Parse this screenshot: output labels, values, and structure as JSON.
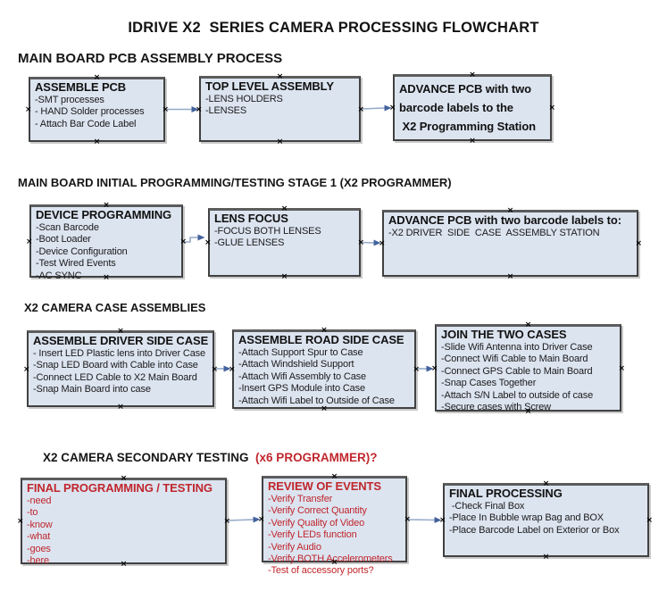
{
  "title": "IDRIVE X2  SERIES CAMERA PROCESSING FLOWCHART",
  "icons": {
    "connection_point": "×"
  },
  "colors": {
    "box_fill": "#dce4f0",
    "box_border": "#414141",
    "arrow_line": "#93a9c7",
    "arrow_head": "#44639c",
    "red_text": "#c0262c",
    "black_text": "#121212"
  },
  "sections": [
    {
      "heading": "MAIN BOARD PCB ASSEMBLY PROCESS",
      "boxes": [
        {
          "title": "ASSEMBLE PCB",
          "items": [
            "-SMT processes",
            "- HAND Solder processes",
            "- Attach Bar Code Label"
          ]
        },
        {
          "title": "TOP LEVEL ASSEMBLY",
          "items": [
            "-LENS HOLDERS",
            "-LENSES"
          ]
        },
        {
          "title_lines": [
            "ADVANCE PCB with two",
            "barcode labels to the",
            " X2 Programming Station"
          ]
        }
      ]
    },
    {
      "heading": "MAIN BOARD INITIAL PROGRAMMING/TESTING STAGE 1 (X2 PROGRAMMER)",
      "boxes": [
        {
          "title": "DEVICE PROGRAMMING",
          "items": [
            "-Scan Barcode",
            "-Boot Loader",
            "-Device Configuration",
            "-Test Wired Events",
            "-AC SYNC"
          ]
        },
        {
          "title": "LENS FOCUS",
          "items": [
            "-FOCUS BOTH LENSES",
            "-GLUE LENSES"
          ]
        },
        {
          "title": "ADVANCE PCB with two barcode labels to:",
          "items": [
            "-X2 DRIVER  SIDE  CASE  ASSEMBLY STATION"
          ]
        }
      ]
    },
    {
      "heading": "X2 CAMERA CASE ASSEMBLIES",
      "boxes": [
        {
          "title": "ASSEMBLE DRIVER SIDE CASE",
          "items": [
            "- Insert LED Plastic lens into Driver Case",
            "-Snap LED Board with Cable into Case",
            "-Connect LED Cable to X2 Main Board",
            "-Snap Main Board into case"
          ]
        },
        {
          "title": "ASSEMBLE ROAD SIDE CASE",
          "items": [
            "-Attach Support Spur to Case",
            "-Attach Windshield Support",
            "-Attach Wifi Assembly to Case",
            "-Insert GPS Module into Case",
            "-Attach Wifi Label to Outside of Case"
          ]
        },
        {
          "title": "JOIN THE TWO CASES",
          "items": [
            "-Slide Wifi Antenna into Driver Case",
            "-Connect Wifi Cable to Main Board",
            "-Connect GPS Cable to Main Board",
            "-Snap Cases Together",
            "-Attach S/N Label to outside of case",
            "-Secure cases with Screw"
          ]
        }
      ]
    },
    {
      "heading": "X2 CAMERA SECONDARY TESTING  ",
      "heading_red": "(x6 PROGRAMMER)?",
      "boxes": [
        {
          "title": "FINAL PROGRAMMING / TESTING",
          "items": [
            "-need",
            "-to",
            "-know",
            "-what",
            "-goes",
            "-here"
          ]
        },
        {
          "title": "REVIEW OF EVENTS",
          "items": [
            "-Verify Transfer",
            "-Verify Correct Quantity",
            "-Verify Quality of Video",
            "-Verify LEDs function",
            "-Verify Audio",
            "-Verify BOTH Accelerometers",
            "-Test of accessory ports?"
          ]
        },
        {
          "title": "FINAL PROCESSING",
          "items": [
            " -Check Final Box",
            "-Place In Bubble wrap Bag and BOX",
            "-Place Barcode Label on Exterior or Box"
          ]
        }
      ]
    }
  ]
}
